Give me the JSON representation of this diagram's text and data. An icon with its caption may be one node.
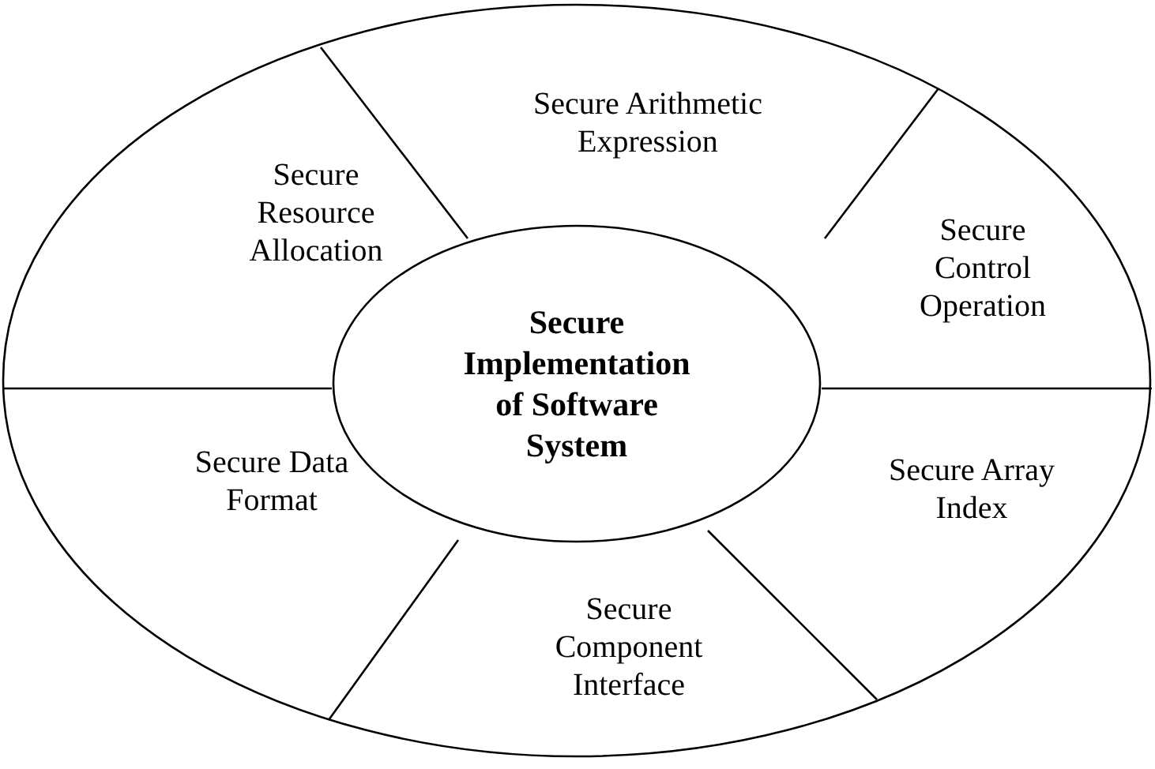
{
  "diagram": {
    "nodes": [
      {
        "text": [
          "Secure Arithmetic Expression"
        ]
      },
      {
        "text": [
          "Secure Resource Allocation"
        ]
      },
      {
        "text": [
          "Secure Control Operation"
        ]
      },
      {
        "text": [
          "Secure Implementation of Software System"
        ]
      },
      {
        "text": [
          "Secure Data Format"
        ]
      },
      {
        "text": [
          "Secure Array Index"
        ]
      },
      {
        "text": [
          "Secure Component Interface"
        ]
      }
    ]
  }
}
